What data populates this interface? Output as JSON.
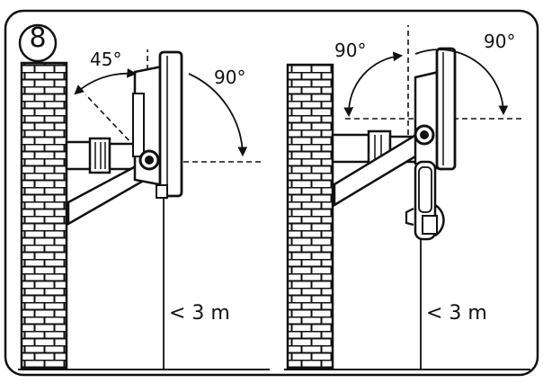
{
  "step_number": "8",
  "left_panel": {
    "angle_up_label": "45°",
    "angle_down_label": "90°",
    "distance_label": "< 3 m"
  },
  "right_panel": {
    "angle_up_label": "90°",
    "angle_down_label": "90°",
    "distance_label": "< 3 m"
  },
  "colors": {
    "line": "#111111",
    "background": "#ffffff"
  }
}
